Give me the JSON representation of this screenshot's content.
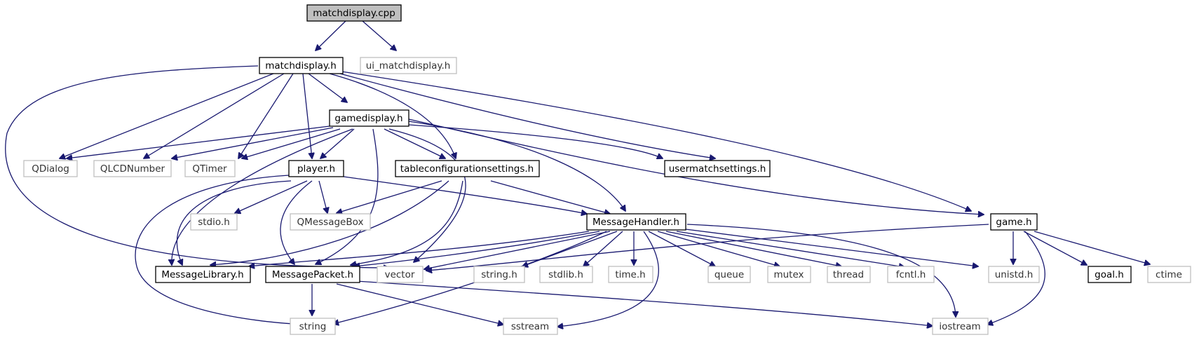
{
  "diagram": {
    "nodes": {
      "matchdisplay_cpp": "matchdisplay.cpp",
      "matchdisplay_h": "matchdisplay.h",
      "ui_matchdisplay_h": "ui_matchdisplay.h",
      "gamedisplay_h": "gamedisplay.h",
      "QDialog": "QDialog",
      "QLCDNumber": "QLCDNumber",
      "QTimer": "QTimer",
      "player_h": "player.h",
      "tableconfigurationsettings_h": "tableconfigurationsettings.h",
      "usermatchsettings_h": "usermatchsettings.h",
      "stdio_h": "stdio.h",
      "QMessageBox": "QMessageBox",
      "MessageHandler_h": "MessageHandler.h",
      "game_h": "game.h",
      "MessageLibrary_h": "MessageLibrary.h",
      "MessagePacket_h": "MessagePacket.h",
      "vector": "vector",
      "string_h": "string.h",
      "stdlib_h": "stdlib.h",
      "time_h": "time.h",
      "queue": "queue",
      "mutex": "mutex",
      "thread": "thread",
      "fcntl_h": "fcntl.h",
      "unistd_h": "unistd.h",
      "goal_h": "goal.h",
      "ctime": "ctime",
      "string": "string",
      "sstream": "sstream",
      "iostream": "iostream"
    },
    "colors": {
      "edge": "#191970",
      "root_fill": "#bfbfbf",
      "external_border": "#bfbfbf",
      "project_border": "#000000"
    }
  }
}
